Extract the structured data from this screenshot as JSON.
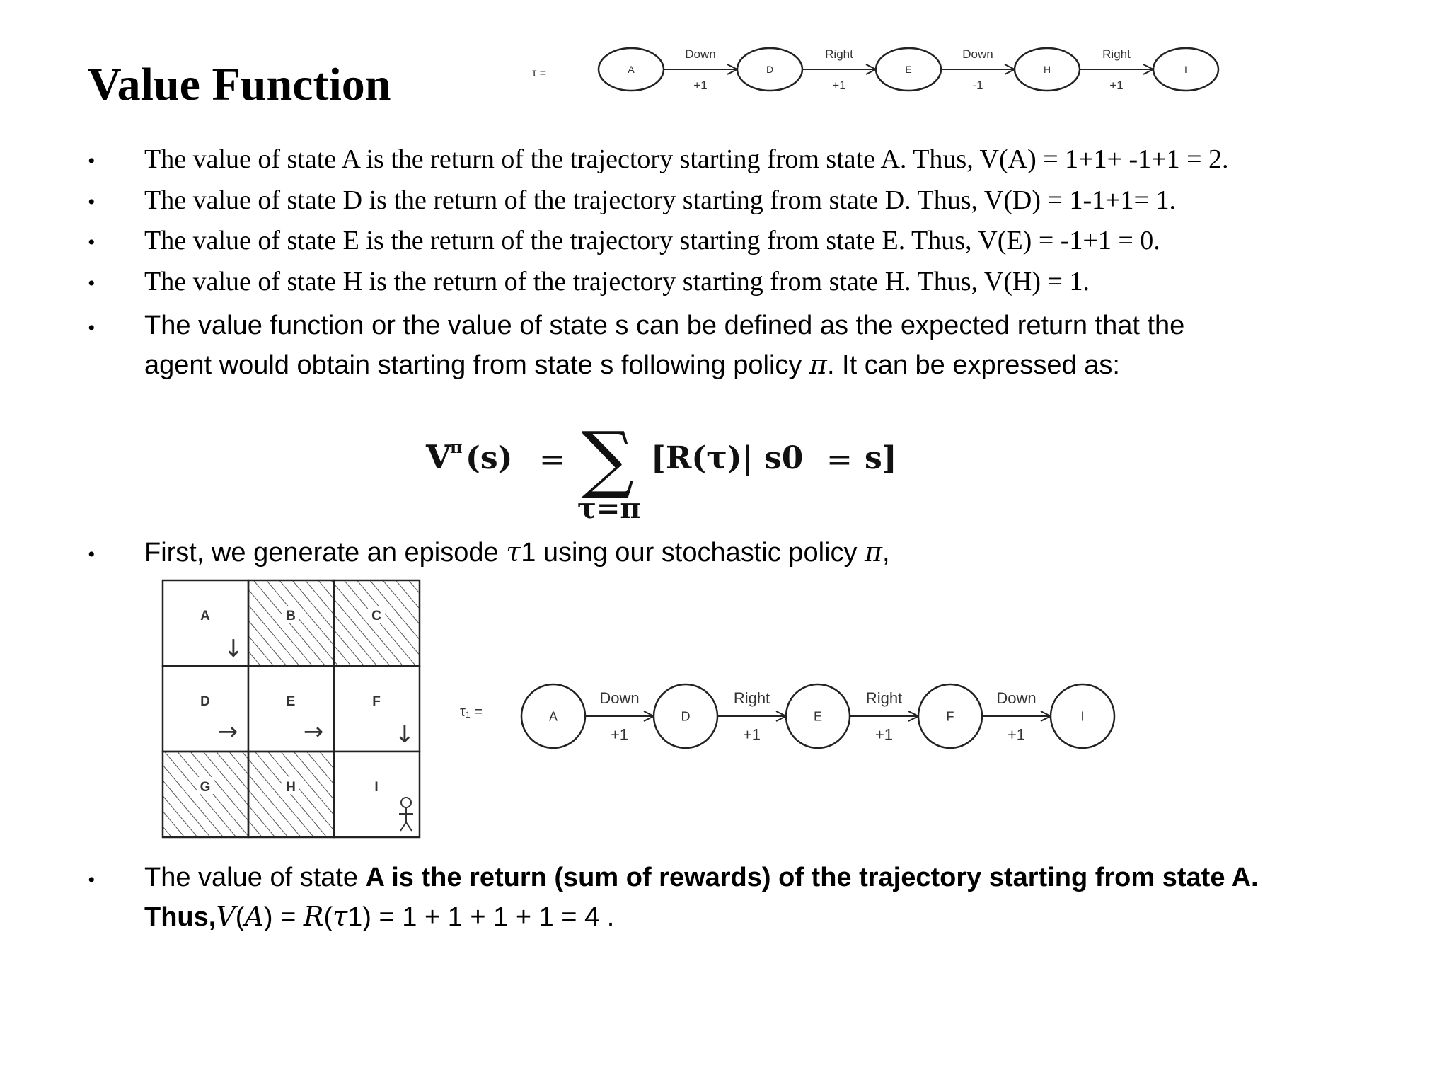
{
  "page": {
    "title": "Value Function",
    "bullet_symbol": "•"
  },
  "trajectory_top": {
    "label": "τ =",
    "nodes": [
      "A",
      "D",
      "E",
      "H",
      "I"
    ],
    "actions": [
      "Down",
      "Right",
      "Down",
      "Right"
    ],
    "rewards": [
      "+1",
      "+1",
      "-1",
      "+1"
    ]
  },
  "value_lines": [
    "The value of state A is the return of the trajectory starting from state A. Thus, V(A) = 1+1+ -1+1 = 2.",
    "The value of state D is the return of the trajectory starting from state D. Thus, V(D) = 1-1+1= 1.",
    "The value of state E is the return of the trajectory starting from state E. Thus, V(E) = -1+1 = 0.",
    "The value of state H is the return of the trajectory starting from state H. Thus, V(H) = 1."
  ],
  "definition": {
    "line1": "The value function or the value of state s can be defined as the expected return that the",
    "line2_a": "agent would obtain starting from state s following policy ",
    "line2_pi": "π",
    "line2_b": ". It can be expressed as:"
  },
  "formula": {
    "lhs": "V",
    "lhs_sup": "π",
    "lhs_arg": "(s)",
    "eq": "=",
    "sum": "∑",
    "body": "[R(τ)| s0",
    "eq2": "=",
    "rhs": "s]",
    "subscript": "τ=π"
  },
  "episode_line": {
    "a": "First, we generate an episode ",
    "tau": "τ",
    "one": "1 using our stochastic policy ",
    "pi": "π",
    "b": ","
  },
  "grid": {
    "cells": [
      "A",
      "B",
      "C",
      "D",
      "E",
      "F",
      "G",
      "H",
      "I"
    ],
    "hatched": [
      "B",
      "C",
      "G",
      "H"
    ],
    "arrows": [
      {
        "cell": "A",
        "dir": "down",
        "glyph": "↓"
      },
      {
        "cell": "D",
        "dir": "right",
        "glyph": "→"
      },
      {
        "cell": "E",
        "dir": "right",
        "glyph": "→"
      },
      {
        "cell": "F",
        "dir": "down",
        "glyph": "↓"
      }
    ],
    "goal_icon": "person-icon"
  },
  "trajectory_bottom": {
    "label": "τ₁ =",
    "nodes": [
      "A",
      "D",
      "E",
      "F",
      "I"
    ],
    "actions": [
      "Down",
      "Right",
      "Right",
      "Down"
    ],
    "rewards": [
      "+1",
      "+1",
      "+1",
      "+1"
    ]
  },
  "conclusion": {
    "line1_a": "The value of state ",
    "line1_b": "A is the return (sum of rewards) of the trajectory starting from state A.",
    "line2_a": "Thus,",
    "line2_V": "V",
    "line2_paren_open": "(",
    "line2_A": "A",
    "line2_mid": ") = ",
    "line2_R": "R",
    "line2_rest_a": "(",
    "line2_tau": "τ",
    "line2_rest_b": "1) = 1 + 1 + 1 + 1 = 4 ."
  }
}
